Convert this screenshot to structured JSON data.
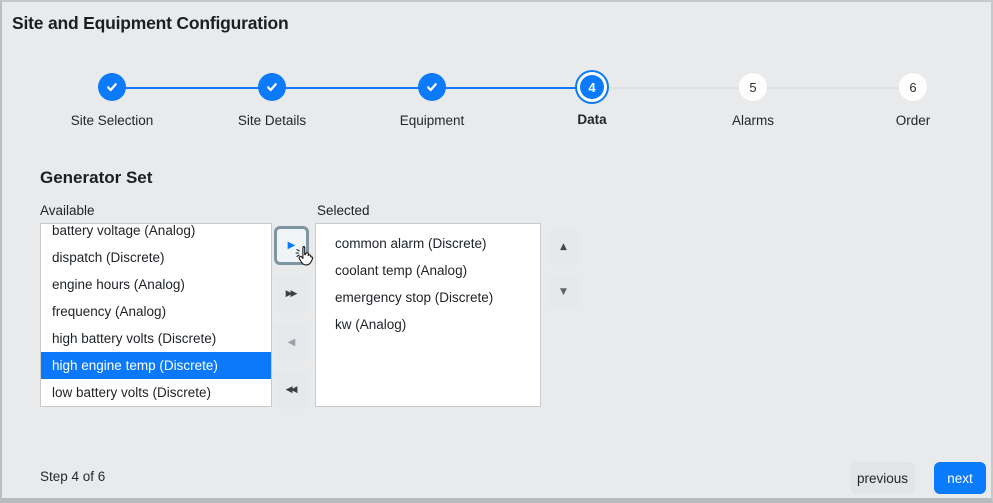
{
  "window": {
    "title": "Site and Equipment Configuration"
  },
  "stepper": {
    "steps": [
      {
        "label": "Site Selection",
        "state": "complete"
      },
      {
        "label": "Site Details",
        "state": "complete"
      },
      {
        "label": "Equipment",
        "state": "complete"
      },
      {
        "label": "Data",
        "number": "4",
        "state": "current"
      },
      {
        "label": "Alarms",
        "number": "5",
        "state": "upcoming"
      },
      {
        "label": "Order",
        "number": "6",
        "state": "upcoming"
      }
    ]
  },
  "section": {
    "title": "Generator Set",
    "available": {
      "label": "Available",
      "items": [
        "battery voltage (Analog)",
        "dispatch (Discrete)",
        "engine hours (Analog)",
        "frequency (Analog)",
        "high battery volts (Discrete)",
        "high engine temp (Discrete)",
        "low battery volts (Discrete)"
      ],
      "highlighted_item": "high engine temp (Discrete)",
      "highlighted_index": 5
    },
    "selected": {
      "label": "Selected",
      "items": [
        "common alarm (Discrete)",
        "coolant temp (Analog)",
        "emergency stop (Discrete)",
        "kw (Analog)"
      ]
    },
    "icons": {
      "move_right": "▶",
      "move_all_right": "▶▶",
      "move_left": "◀",
      "move_all_left": "◀◀",
      "up": "▲",
      "down": "▼"
    }
  },
  "footer": {
    "step_text": "Step 4 of 6",
    "previous_label": "previous",
    "next_label": "next"
  },
  "colors": {
    "accent_blue": "#0b7bfc",
    "selection_blue": "#0b79fa",
    "background": "#e9eaeb"
  }
}
